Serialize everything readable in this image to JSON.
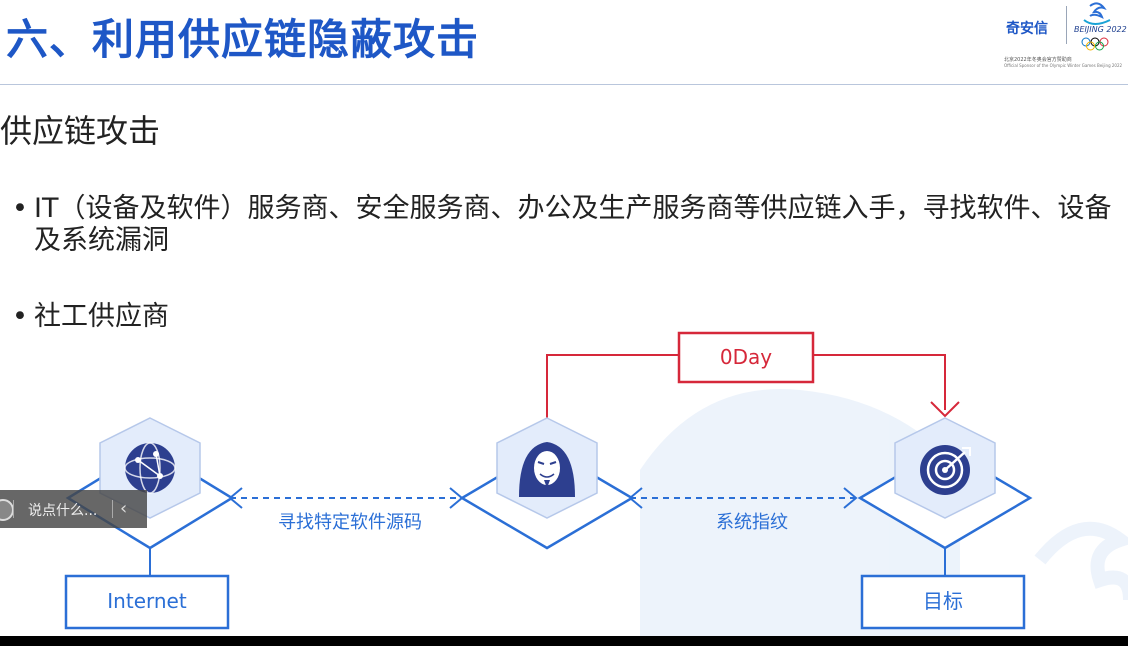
{
  "slide": {
    "title": "六、利用供应链隐蔽攻击",
    "section_heading": "供应链攻击",
    "bullets": [
      "IT（设备及软件）服务商、安全服务商、办公及生产服务商等供应链入手，寻找软件、设备及系统漏洞",
      "社工供应商"
    ],
    "bullet_symbol": "•"
  },
  "logo": {
    "brand": "奇安信",
    "beijing_text": "BEIJING 2022",
    "sponsor_cn": "北京2022年冬奥会官方赞助商",
    "sponsor_en": "Official Sponsor of the Olympic Winter Games Beijing 2022"
  },
  "diagram": {
    "nodes": [
      {
        "id": "internet",
        "icon": "globe-network-icon",
        "label": "Internet"
      },
      {
        "id": "attacker",
        "icon": "hacker-mask-icon"
      },
      {
        "id": "target",
        "icon": "target-icon",
        "label": "目标"
      }
    ],
    "edges": [
      {
        "label": "寻找特定软件源码"
      },
      {
        "label": "系统指纹"
      }
    ],
    "zero_day_label": "0Day",
    "colors": {
      "primary": "#2b6fd6",
      "accent_red": "#d6283a",
      "icon_dark": "#2d3f8f"
    }
  },
  "overlay": {
    "comment_placeholder": "说点什么...",
    "collapse_symbol": "‹"
  }
}
